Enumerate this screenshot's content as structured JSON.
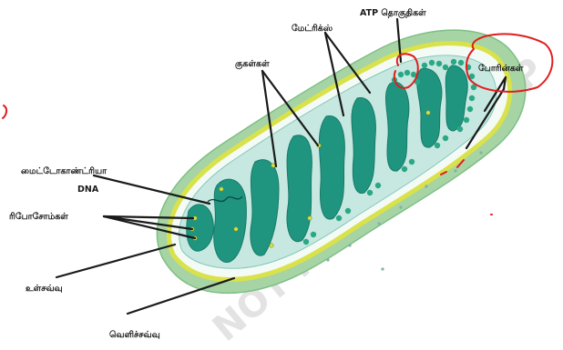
{
  "watermark": "NOT POSSIBLE | TNP",
  "labels": {
    "atp": "ATP தொகுதிகள்",
    "matrix": "மேட்ரிக்ஸ்",
    "cristae": "குகள்கள்",
    "porins": "போரின்கள்",
    "mtdna_line1": "மைட்டோகாண்ட்ரியா",
    "mtdna_line2": "DNA",
    "ribosomes": "ரிபோசோம்கள்",
    "inner_membrane": "உள்சவ்வு",
    "outer_membrane": "வெளிச்சவ்வு"
  },
  "colors": {
    "outer_membrane": "#a7d4a5",
    "inner_membrane": "#d9e24a",
    "intermembrane_space": "#f4fbf7",
    "matrix": "#c7e8e1",
    "cristae": "#1f9580",
    "granules": "#2aa885",
    "leader_lines": "#1a1a1a",
    "pen_annotation": "#e01e1e"
  }
}
